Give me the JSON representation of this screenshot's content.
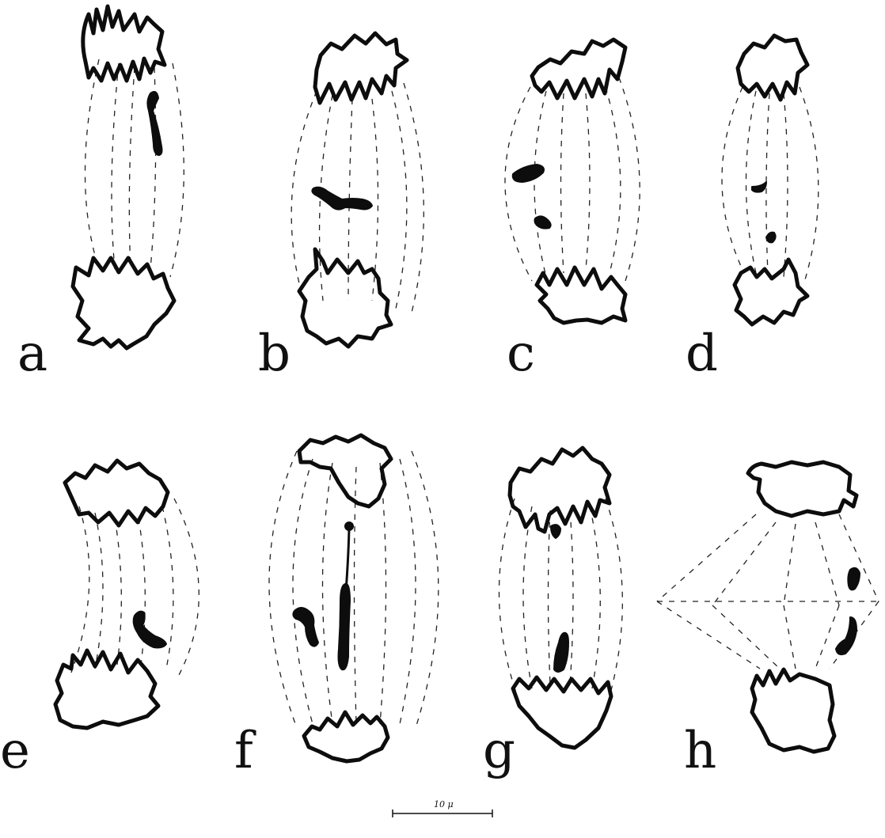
{
  "figure": {
    "panels": [
      {
        "id": "a",
        "label": "a"
      },
      {
        "id": "b",
        "label": "b"
      },
      {
        "id": "c",
        "label": "c"
      },
      {
        "id": "d",
        "label": "d"
      },
      {
        "id": "e",
        "label": "e"
      },
      {
        "id": "f",
        "label": "f"
      },
      {
        "id": "g",
        "label": "g"
      },
      {
        "id": "h",
        "label": "h"
      }
    ],
    "scale_bar": {
      "label": "10 μ"
    }
  }
}
